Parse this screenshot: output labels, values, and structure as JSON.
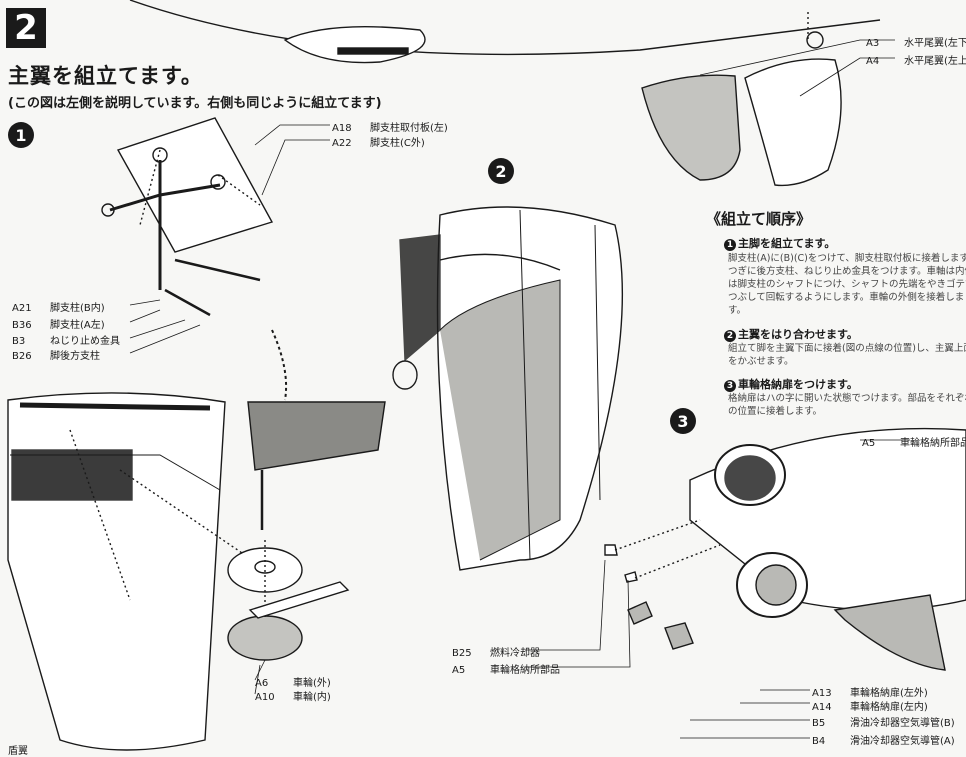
{
  "header": {
    "step_number": "2",
    "title": "主翼を組立てます。",
    "subtitle": "(この図は左側を説明しています。右側も同じように組立てます)"
  },
  "sub_steps": {
    "s1": "1",
    "s2": "2",
    "s3": "3"
  },
  "tail_labels": [
    {
      "code": "A3",
      "name": "水平尾翼(左下)"
    },
    {
      "code": "A4",
      "name": "水平尾翼(左上)"
    }
  ],
  "fig1_top_labels": [
    {
      "code": "A18",
      "name": "脚支柱取付板(左)"
    },
    {
      "code": "A22",
      "name": "脚支柱(C外)"
    }
  ],
  "fig1_left_labels": [
    {
      "code": "A21",
      "name": "脚支柱(B内)"
    },
    {
      "code": "B36",
      "name": "脚支柱(A左)"
    },
    {
      "code": "B3",
      "name": "ねじり止め金具"
    },
    {
      "code": "B26",
      "name": "脚後方支柱"
    }
  ],
  "wheel_labels": [
    {
      "code": "A6",
      "name": "車輪(外)"
    },
    {
      "code": "A10",
      "name": "車輪(内)"
    }
  ],
  "fig2_labels": [
    {
      "code": "B25",
      "name": "燃料冷却器"
    },
    {
      "code": "A5",
      "name": "車輪格納所部品"
    }
  ],
  "fig3_top_label": {
    "code": "A5",
    "name": "車輪格納所部品"
  },
  "fig3_labels": [
    {
      "code": "A13",
      "name": "車輪格納扉(左外)"
    },
    {
      "code": "A14",
      "name": "車輪格納扉(左内)"
    },
    {
      "code": "B5",
      "name": "滑油冷却器空気導管(B)"
    },
    {
      "code": "B4",
      "name": "滑油冷却器空気導管(A)"
    }
  ],
  "procedure": {
    "title": "《組立て順序》",
    "steps": [
      {
        "n": "1",
        "head": "主脚を組立てます。",
        "body": "脚支柱(A)に(B)(C)をつけて、脚支柱取付板に接着します。つぎに後方支柱、ねじり止め金具をつけます。車軸は内側は脚支柱のシャフトにつけ、シャフトの先端をやきゴテでつぶして回転するようにします。車輪の外側を接着します。"
      },
      {
        "n": "2",
        "head": "主翼をはり合わせます。",
        "body": "組立て脚を主翼下面に接着(図の点線の位置)し、主翼上面をかぶせます。"
      },
      {
        "n": "3",
        "head": "車輪格納扉をつけます。",
        "body": "格納扉はハの字に開いた状態でつけます。部品をそれぞれの位置に接着します。"
      }
    ]
  },
  "footer_note": "盾翼",
  "colors": {
    "ink": "#1a1a1a",
    "paper": "#f7f7f5",
    "shade": "#b9b9b5"
  }
}
